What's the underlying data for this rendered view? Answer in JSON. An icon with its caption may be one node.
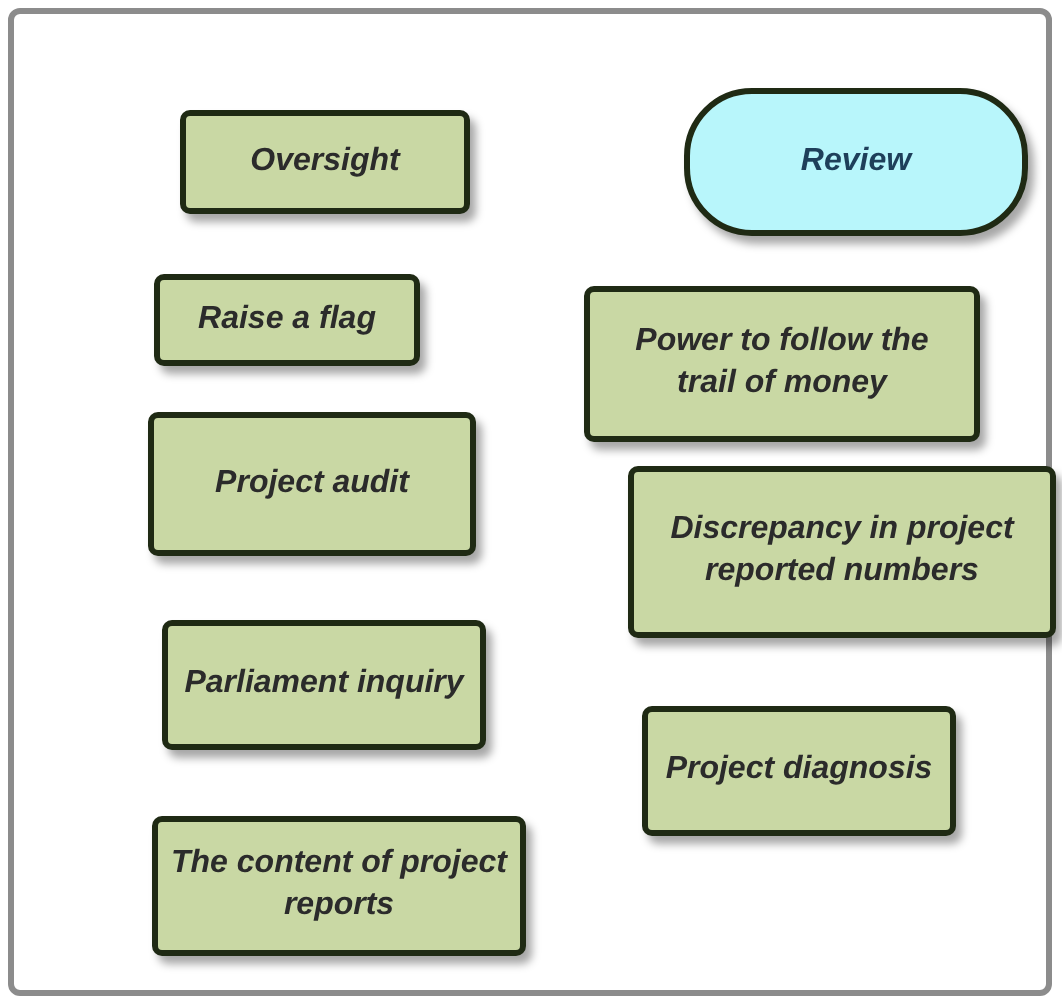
{
  "diagram": {
    "nodes": [
      {
        "text": [
          "Oversight"
        ]
      },
      {
        "text": [
          "Review"
        ]
      },
      {
        "text": [
          "Raise a flag"
        ]
      },
      {
        "text": [
          "Power to follow the trail of money"
        ]
      },
      {
        "text": [
          "Project audit"
        ]
      },
      {
        "text": [
          "Discrepancy in project reported numbers"
        ]
      },
      {
        "text": [
          "Parliament inquiry"
        ]
      },
      {
        "text": [
          "Project diagnosis"
        ]
      },
      {
        "text": [
          "The content of project reports"
        ]
      }
    ]
  }
}
